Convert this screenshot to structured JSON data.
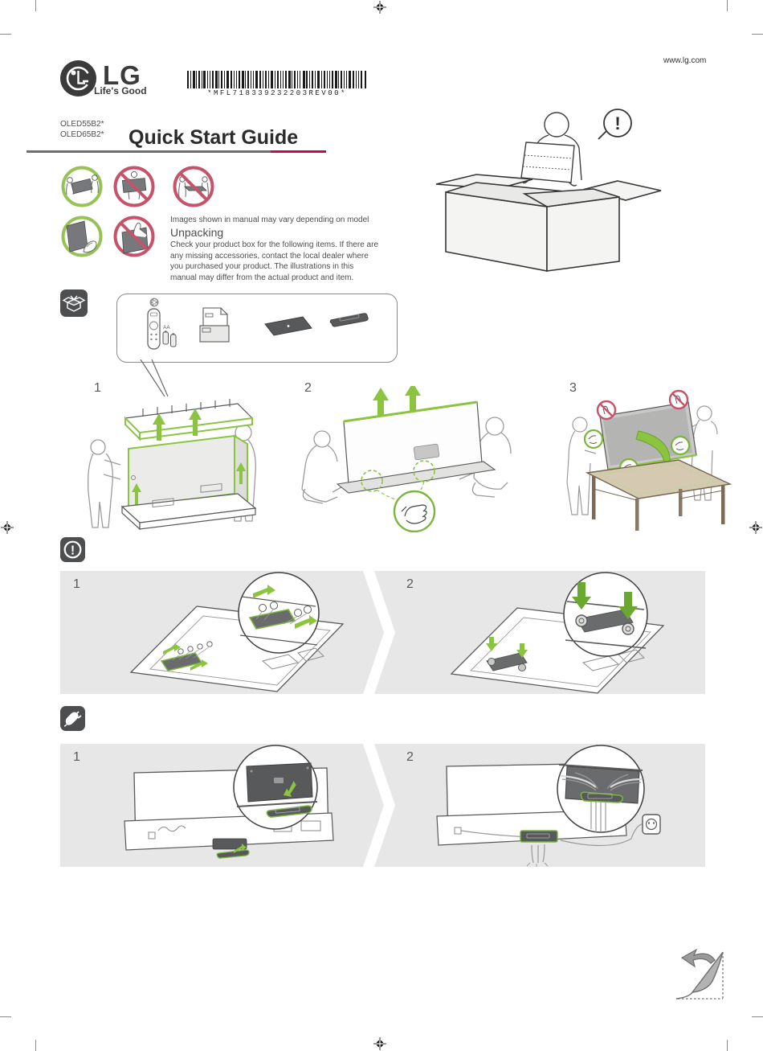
{
  "header": {
    "logo": "LG",
    "tagline": "Life's Good",
    "site": "www.lg.com",
    "barcode_text": "*MFL718339232203REV00*",
    "models": [
      "OLED55B2*",
      "OLED65B2*"
    ],
    "title": "Quick Start Guide"
  },
  "unpacking": {
    "note": "Images shown in manual may vary depending on model",
    "heading": "Unpacking",
    "body": "Check your product box for the following items. If there are any missing accessories, contact the local dealer where you purchased your product. The illustrations in this manual may differ from the actual product and item.",
    "battery_label": "AA"
  },
  "sections": {
    "unpack_steps": [
      "1",
      "2",
      "3"
    ],
    "stand_steps": [
      "1",
      "2"
    ],
    "cable_steps": [
      "1",
      "2"
    ]
  },
  "icons": {
    "exclamation": "!"
  },
  "colors": {
    "accent_red": "#c70850",
    "green": "#8bc53f",
    "prohibit_red": "#c5536a",
    "panel_gray": "#e7e7e7",
    "icon_gray": "#4d4e50"
  }
}
